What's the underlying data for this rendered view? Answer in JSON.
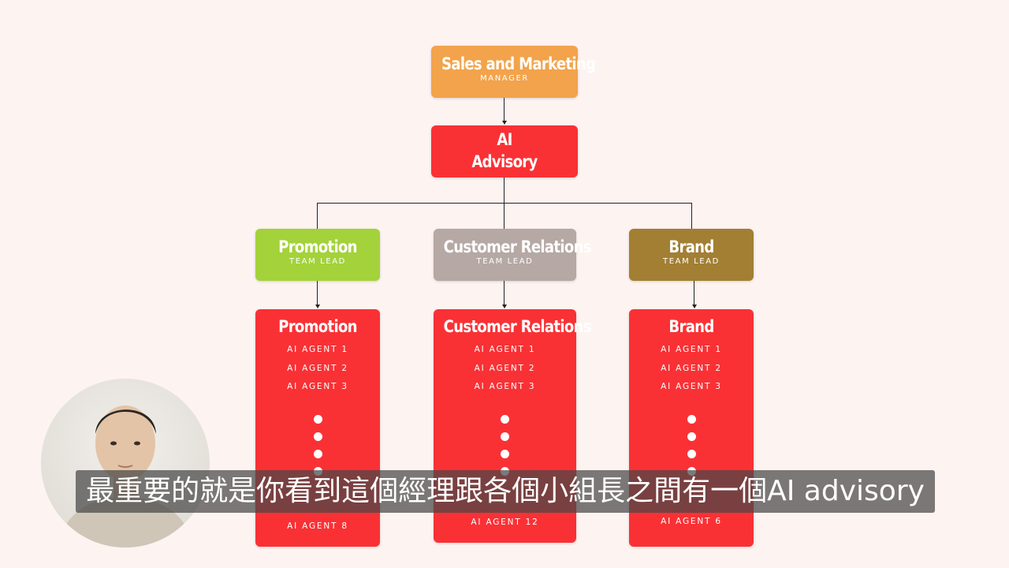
{
  "colors": {
    "background": "#fdf3f1",
    "manager": "#f2a34b",
    "advisory": "#f93135",
    "promotion_lead": "#a3d23a",
    "customer_lead": "#b5a8a5",
    "brand_lead": "#a27f33",
    "team_column": "#f93135"
  },
  "manager": {
    "title": "Sales and Marketing",
    "role": "MANAGER"
  },
  "advisory": {
    "line1": "AI",
    "line2": "Advisory"
  },
  "leads": [
    {
      "title": "Promotion",
      "role": "TEAM LEAD"
    },
    {
      "title": "Customer Relations",
      "role": "TEAM LEAD"
    },
    {
      "title": "Brand",
      "role": "TEAM LEAD"
    }
  ],
  "teams": [
    {
      "title": "Promotion",
      "agents": [
        "AI  AGENT 1",
        "AI  AGENT 2",
        "AI  AGENT 3"
      ],
      "last_agent": "AI  AGENT 8"
    },
    {
      "title": "Customer Relations",
      "agents": [
        "AI  AGENT 1",
        "AI  AGENT 2",
        "AI  AGENT 3"
      ],
      "last_agent": "AI  AGENT 12"
    },
    {
      "title": "Brand",
      "agents": [
        "AI  AGENT 1",
        "AI  AGENT 2",
        "AI  AGENT 3"
      ],
      "last_agent": "AI  AGENT 6"
    }
  ],
  "subtitle": "最重要的就是你看到這個經理跟各個小組長之間有一個AI advisory"
}
